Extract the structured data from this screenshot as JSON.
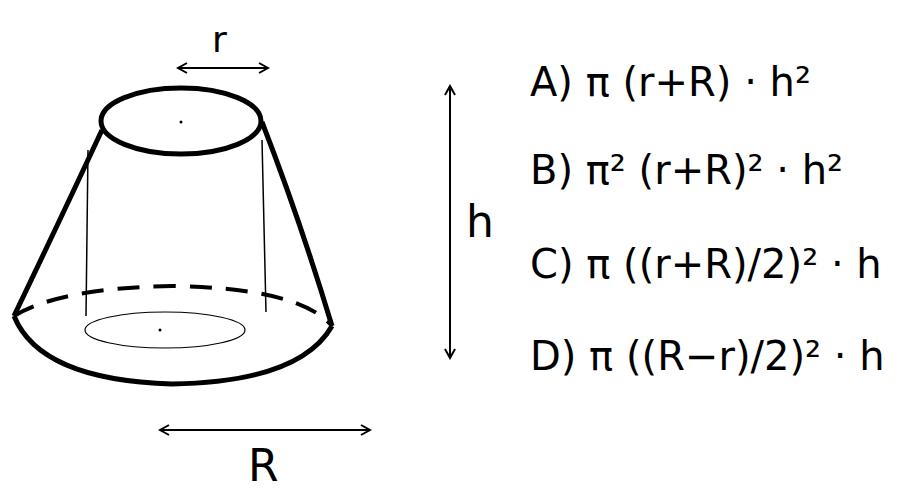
{
  "diagram": {
    "labels": [
      "r",
      "h",
      "R",
      "A) π (r+R) · h²",
      "B) π² (r+R)² · h²",
      "C) π ((r+R)/2)² · h",
      "D) π ((R−r)/2)² · h"
    ]
  }
}
